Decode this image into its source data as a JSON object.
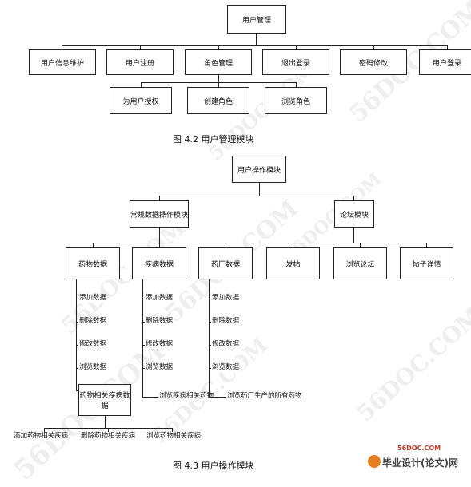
{
  "figure42": {
    "root": "用户管理",
    "children": [
      "用户信息维护",
      "用户注册",
      "角色管理",
      "退出登录",
      "密码修改",
      "用户登录"
    ],
    "role_children": [
      "为用户授权",
      "创建角色",
      "浏览角色"
    ],
    "caption": "图 4.2  用户管理模块"
  },
  "figure43": {
    "root": "用户操作模块",
    "level1": [
      "常规数据操作模块",
      "论坛模块"
    ],
    "data_children": [
      "药物数据",
      "疾病数据",
      "药厂数据"
    ],
    "forum_children": [
      "发帖",
      "浏览论坛",
      "帖子详情"
    ],
    "drug_items": [
      "添加数据",
      "删除数据",
      "修改数据",
      "浏览数据"
    ],
    "disease_items": [
      "添加数据",
      "删除数据",
      "修改数据",
      "浏览数据"
    ],
    "factory_items": [
      "添加数据",
      "删除数据",
      "修改数据",
      "浏览数据"
    ],
    "drug_disease_box": "药物相关疾病数据",
    "drug_disease_items": [
      "添加药物相关疾病",
      "删除药物相关疾病",
      "浏览药物相关疾病"
    ],
    "disease_related": "浏览疾病相关药物",
    "factory_related": "浏览药厂生产的所有药物",
    "caption": "图 4.3  用户操作模块"
  },
  "watermark": "56DOC.COM",
  "logo": {
    "small": "56DOC.COM",
    "main": "毕业设计(论文)网"
  }
}
